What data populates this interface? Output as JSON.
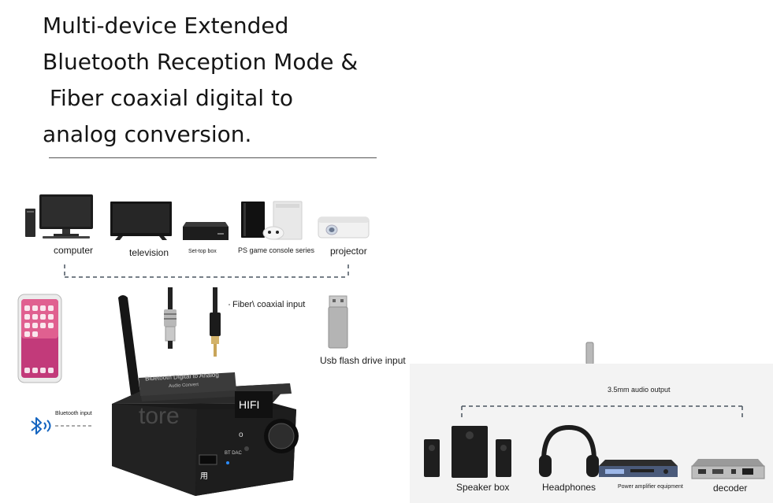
{
  "title_lines": [
    "Multi-device Extended",
    "Bluetooth Reception Mode &",
    " Fiber coaxial digital to",
    "analog conversion."
  ],
  "sources": {
    "computer": "computer",
    "television": "television",
    "settop": "Set-top box",
    "console": "PS game console series",
    "projector": "projector"
  },
  "inputs": {
    "fiber": "Fiber\\ coaxial input",
    "usb": "Usb flash drive input",
    "bluetooth": "Bluetooth input"
  },
  "device": {
    "top_label": "Bluetooth Digital to Analog",
    "sub_label": "Audio Convert",
    "hifi": "HIFI",
    "bt_dac": "BT DAC",
    "watermark": "tore",
    "port_char": "用",
    "o_mark": "o"
  },
  "output": {
    "label": "3.5mm audio output"
  },
  "outputs": {
    "speaker": "Speaker box",
    "headphones": "Headphones",
    "amp": "Power amplifier equipment",
    "decoder": "decoder"
  }
}
